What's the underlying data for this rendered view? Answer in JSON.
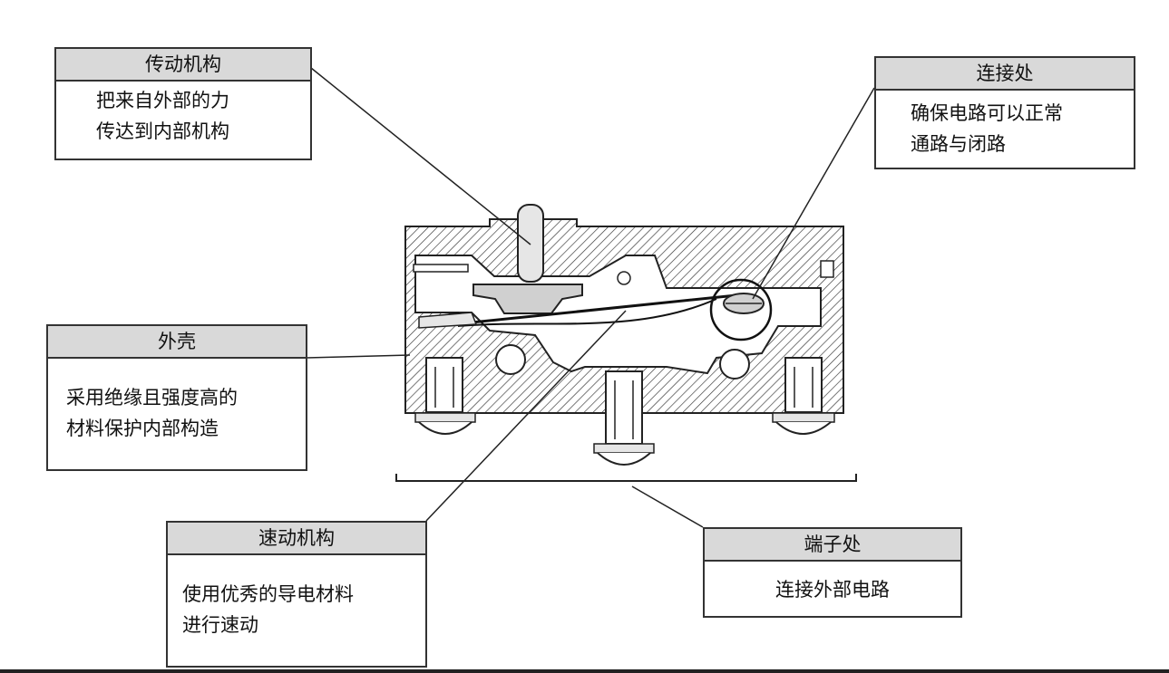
{
  "callouts": {
    "actuator": {
      "title": "传动机构",
      "desc": "把来自外部的力\n传达到内部机构"
    },
    "contact": {
      "title": "连接处",
      "desc": "确保电路可以正常\n通路与闭路"
    },
    "housing": {
      "title": "外壳",
      "desc": "采用绝缘且强度高的\n材料保护内部构造"
    },
    "snap": {
      "title": "速动机构",
      "desc": "使用优秀的导电材料\n进行速动"
    },
    "terminal": {
      "title": "端子处",
      "desc": "连接外部电路"
    }
  },
  "colors": {
    "line": "#222222",
    "header_fill": "#d9d9d9",
    "part_fill": "#e6e6e6"
  }
}
